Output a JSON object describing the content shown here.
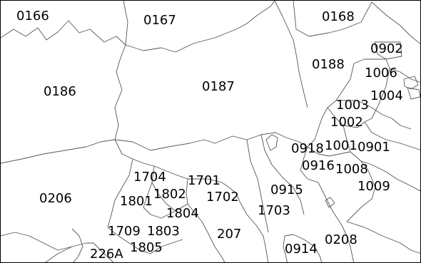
{
  "map": {
    "labels": {
      "z0166": "0166",
      "z0167": "0167",
      "z0168": "0168",
      "z0902": "0902",
      "z0188": "0188",
      "z1006": "1006",
      "z0186": "0186",
      "z0187": "0187",
      "z1004": "1004",
      "z1003": "1003",
      "z1002": "1002",
      "z0918": "0918",
      "z1001": "1001",
      "z0901": "0901",
      "z0916": "0916",
      "z1008": "1008",
      "z1704": "1704",
      "z1701": "1701",
      "z0915": "0915",
      "z1009": "1009",
      "z0206": "0206",
      "z1802": "1802",
      "z1702": "1702",
      "z1801": "1801",
      "z1804": "1804",
      "z1703": "1703",
      "z1709": "1709",
      "z1803": "1803",
      "z207": "207",
      "z0208": "0208",
      "z1805": "1805",
      "z226A": "226A",
      "z0914": "0914"
    }
  }
}
